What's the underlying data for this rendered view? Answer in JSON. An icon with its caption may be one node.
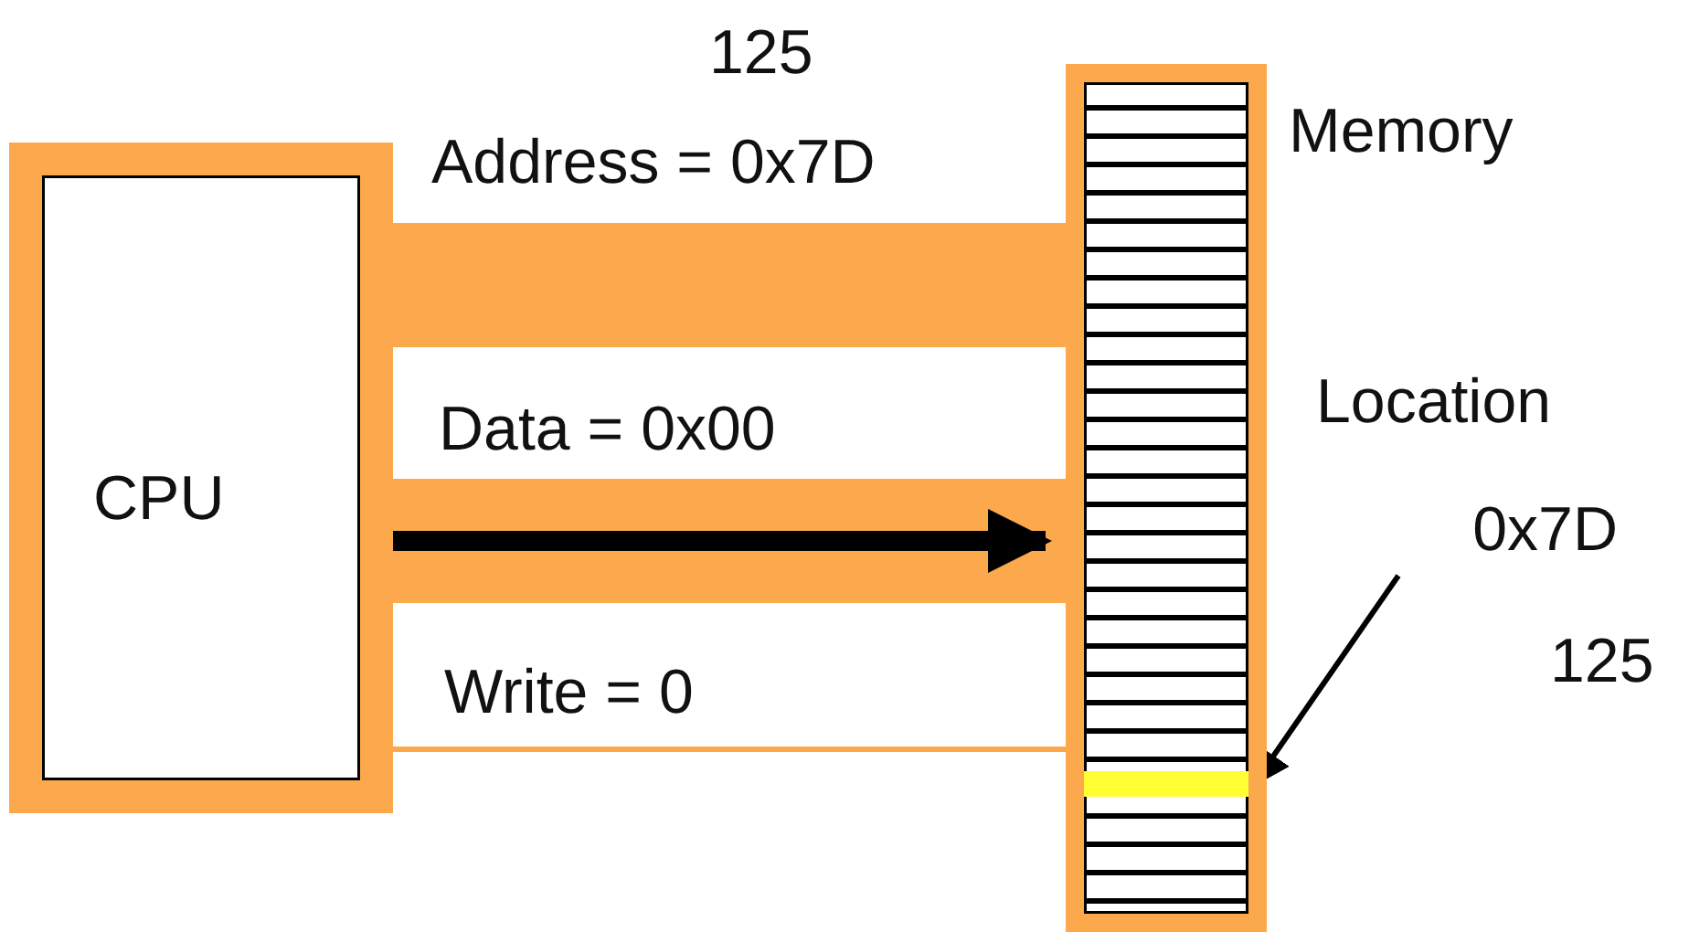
{
  "diagram": {
    "nodes": [
      {
        "text": [
          "CPU"
        ]
      },
      {
        "text": [
          "Memory"
        ]
      },
      {
        "text": [],
        "shape": "bar",
        "in": 1
      },
      {
        "text": [
          "Location",
          "0x7D"
        ],
        "beside": [
          "125"
        ]
      }
    ],
    "edges": [
      {
        "from": 0,
        "to": 1,
        "arrow": "none",
        "style": "thick",
        "label": "Address = 0x7D"
      },
      {
        "from": 0,
        "to": 1,
        "arrow": "to",
        "style": "thick",
        "label": "Data = 0x00",
        "color": "#000000"
      },
      {
        "from": 0,
        "to": 1,
        "arrow": "none",
        "label": "Write = 0"
      },
      {
        "from": 3,
        "to": 2,
        "arrow": "to",
        "color": "#000000"
      }
    ],
    "labels": [
      "125"
    ]
  }
}
